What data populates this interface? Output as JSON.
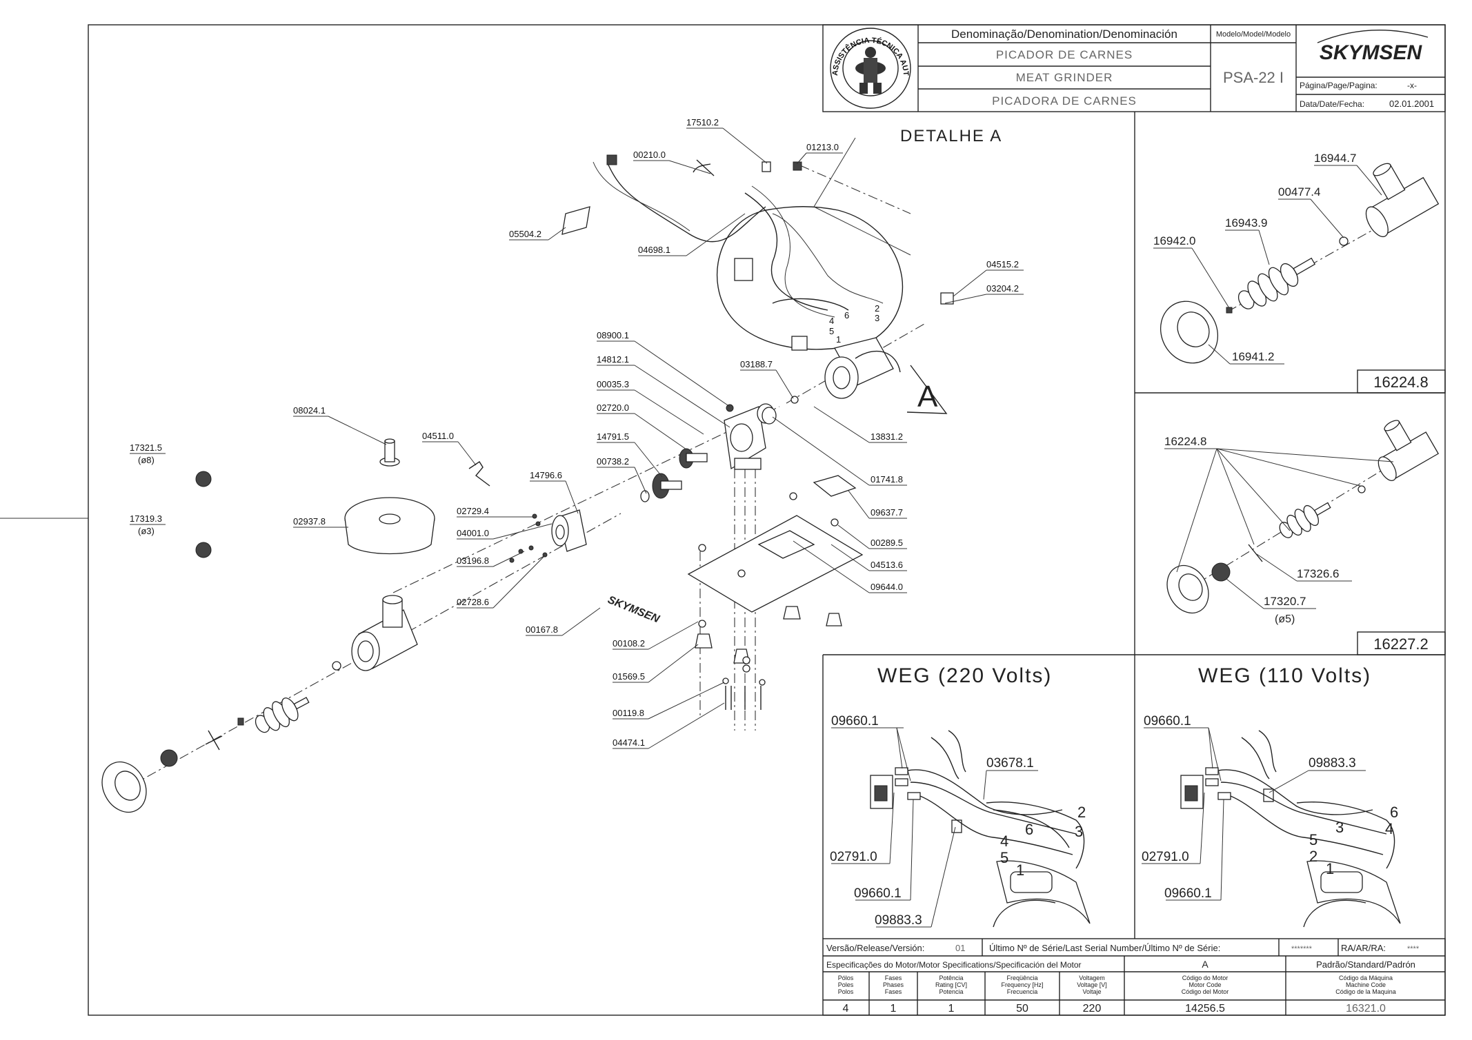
{
  "title_block": {
    "denomination_header": "Denominação/Denomination/Denominación",
    "name_pt": "PICADOR DE CARNES",
    "name_en": "MEAT GRINDER",
    "name_es": "PICADORA DE CARNES",
    "model_header": "Modelo/Model/Modelo",
    "model": "PSA-22 I",
    "brand": "SKYMSEN",
    "page_label": "Página/Page/Pagina:",
    "page_value": "-x-",
    "date_label": "Data/Date/Fecha:",
    "date_value": "02.01.2001",
    "seal_text": "ASSISTÊNCIA TÉCNICA AUTORIZADA"
  },
  "detail_label": "DETALHE A",
  "detail_letter": "A",
  "part_numbers": {
    "p17510": "17510.2",
    "p00210": "00210.0",
    "p01213": "01213.0",
    "p05504": "05504.2",
    "p04698": "04698.1",
    "p04515": "04515.2",
    "p03204": "03204.2",
    "p08900": "08900.1",
    "p14812": "14812.1",
    "p00035": "00035.3",
    "p02720": "02720.0",
    "p14791": "14791.5",
    "p00738": "00738.2",
    "p03188": "03188.7",
    "p13831": "13831.2",
    "p01741": "01741.8",
    "p09637": "09637.7",
    "p00289": "00289.5",
    "p04513": "04513.6",
    "p09644": "09644.0",
    "p08024": "08024.1",
    "p04511": "04511.0",
    "p14796": "14796.6",
    "p02729": "02729.4",
    "p04001": "04001.0",
    "p03196": "03196.8",
    "p02728": "02728.6",
    "p02937": "02937.8",
    "p17321": "17321.5",
    "p17321d": "(ø8)",
    "p17319": "17319.3",
    "p17319d": "(ø3)",
    "p00167": "00167.8",
    "p00108": "00108.2",
    "p01569": "01569.5",
    "p00119": "00119.8",
    "p04474": "04474.1"
  },
  "wire_numbers": {
    "n1": "1",
    "n2": "2",
    "n3": "3",
    "n4": "4",
    "n5": "5",
    "n6": "6"
  },
  "kit1": {
    "parts": [
      "16944.7",
      "00477.4",
      "16943.9",
      "16942.0",
      "16941.2"
    ],
    "code": "16224.8"
  },
  "kit2": {
    "parts": [
      "16224.8",
      "17326.6",
      "17320.7",
      "(ø5)"
    ],
    "code": "16227.2"
  },
  "wiring_220": {
    "title": "WEG (220 Volts)",
    "labels": [
      "09660.1",
      "03678.1",
      "02791.0",
      "09660.1",
      "09883.3"
    ],
    "wires": [
      "2",
      "6",
      "3",
      "4",
      "5",
      "1"
    ]
  },
  "wiring_110": {
    "title": "WEG (110 Volts)",
    "labels": [
      "09660.1",
      "09883.3",
      "02791.0",
      "09660.1"
    ],
    "wires": [
      "6",
      "3",
      "4",
      "5",
      "2",
      "1"
    ]
  },
  "footer": {
    "release_label": "Versão/Release/Versión:",
    "release_value": "01",
    "serial_label": "Último Nº de Série/Last Serial Number/Último Nº de Série:",
    "serial_value": "*******",
    "ra_label": "RA/AR/RA:",
    "ra_value": "****",
    "motor_spec_label": "Especificações do Motor/Motor Specifications/Specificación del Motor",
    "a_label": "A",
    "standard_label": "Padrão/Standard/Padrón",
    "columns": [
      [
        "Pólos",
        "Poles",
        "Polos"
      ],
      [
        "Fases",
        "Phases",
        "Fases"
      ],
      [
        "Potência",
        "Rating [CV]",
        "Potencia"
      ],
      [
        "Freqüência",
        "Frequency [Hz]",
        "Frecuencia"
      ],
      [
        "Voltagem",
        "Voltage [V]",
        "Voltaje"
      ],
      [
        "Código do Motor",
        "Motor Code",
        "Código del Motor"
      ],
      [
        "Código da Máquina",
        "Machine Code",
        "Código de la Maquina"
      ]
    ],
    "values": [
      "4",
      "1",
      "1",
      "50",
      "220",
      "14256.5",
      "16321.0"
    ]
  }
}
